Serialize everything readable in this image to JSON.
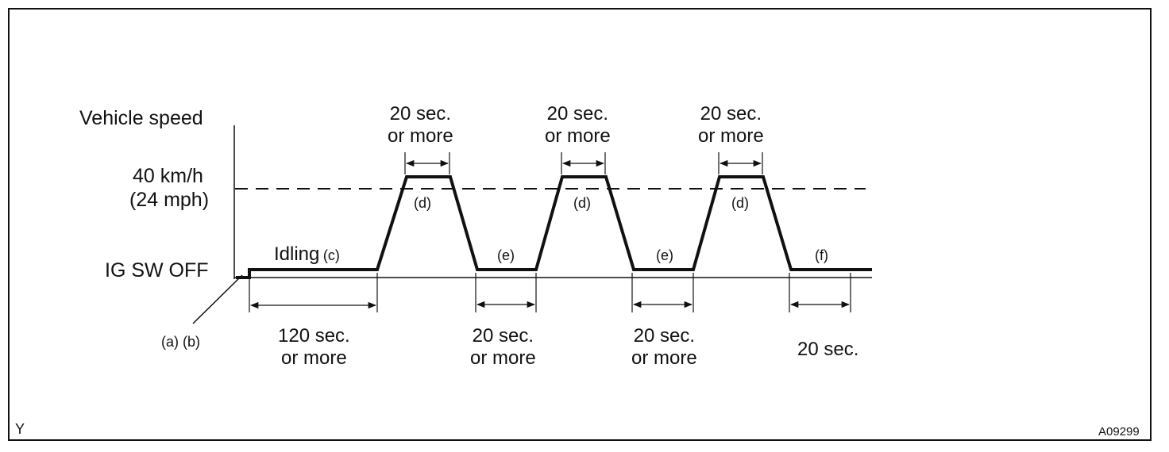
{
  "diagram": {
    "vertical_axis_label": "Vehicle speed",
    "speed_level": "40 km/h",
    "speed_level_mph": "(24 mph)",
    "baseline_label": "IG SW OFF",
    "idling_label": "Idling",
    "idling_step": "(c)",
    "start_steps": "(a) (b)",
    "high_speed_steps": [
      "(d)",
      "(d)",
      "(d)"
    ],
    "low_speed_steps": [
      "(e)",
      "(e)",
      "(f)"
    ],
    "high_speed_durations": [
      {
        "line1": "20 sec.",
        "line2": "or more"
      },
      {
        "line1": "20 sec.",
        "line2": "or more"
      },
      {
        "line1": "20 sec.",
        "line2": "or more"
      }
    ],
    "baseline_durations": [
      {
        "line1": "120 sec.",
        "line2": "or more"
      },
      {
        "line1": "20 sec.",
        "line2": "or more"
      },
      {
        "line1": "20 sec.",
        "line2": "or more"
      },
      {
        "line1": "20 sec.",
        "line2": ""
      }
    ],
    "corner_code_left": "Y",
    "figure_code": "A09299"
  }
}
